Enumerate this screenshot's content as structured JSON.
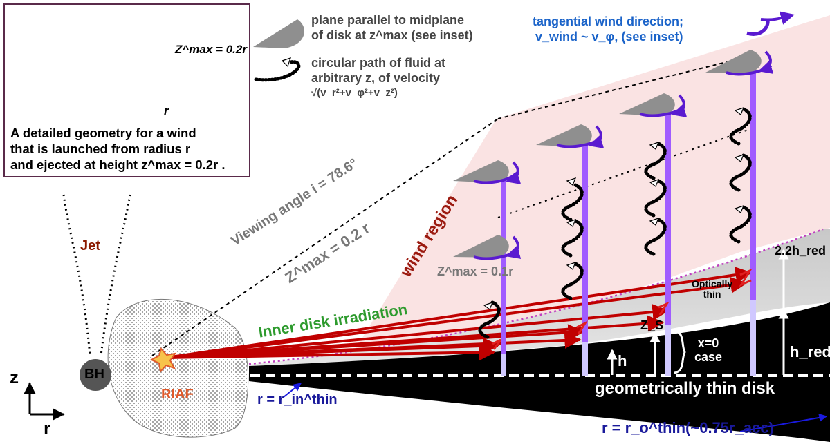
{
  "inset": {
    "zmax_label": "Z^max = 0.2r",
    "r_label": "r",
    "bh_label": "BH",
    "caption_line1": "A detailed geometry for a wind",
    "caption_line2": "that is launched from radius r",
    "caption_line3": "and ejected at height z^max = 0.2r ."
  },
  "legend": {
    "plane_line1": "plane parallel to midplane",
    "plane_line2": "of disk at z^max (see inset)",
    "path_line1": "circular path of fluid at",
    "path_line2": "arbitrary z, of velocity",
    "path_line3": "√(v_r²+v_φ²+v_z²)",
    "tangential_line1": "tangential wind direction;",
    "tangential_line2": "v_wind ~ v_φ,  (see inset)"
  },
  "labels": {
    "jet": "Jet",
    "bh": "BH",
    "riaf": "RIAF",
    "z_axis": "z",
    "r_axis": "r",
    "viewing_angle": "Viewing angle i = 78.6°",
    "zmax_02r": "Z^max = 0.2 r",
    "zmax_01r": "Z^max = 0.1r",
    "wind_region": "wind region",
    "inner_irradiation": "Inner disk irradiation",
    "optically_thin_1": "Optically",
    "optically_thin_2": "thin",
    "h": "h",
    "z_s": "Z_S",
    "x0_line1": "x=0",
    "x0_line2": "case",
    "h_red": "h_red",
    "h_red_22": "2.2h_red",
    "geometrically_thin": "geometrically thin disk",
    "r_in_thin": "r = r_in^thin",
    "r_o_thin": "r = r_o^thin(~0.75r_acc)"
  },
  "colors": {
    "irradiation_ray": "#c00000",
    "wind_column": "#9b4dff",
    "wind_region_fill": "#f9e1e1",
    "jet_label": "#8b1a00",
    "riaf_label": "#e0592a",
    "inner_irradiation_label": "#2e9b2e",
    "wind_region_label": "#9b1a10",
    "blue_label": "#1a1a9b"
  }
}
